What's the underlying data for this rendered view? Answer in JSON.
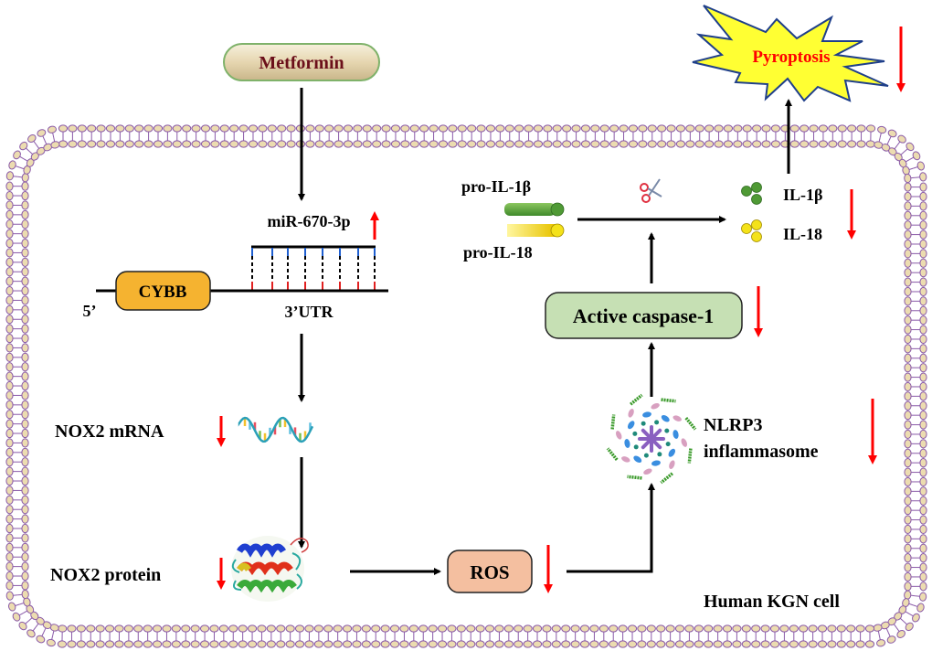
{
  "labels": {
    "metformin": "Metformin",
    "mirna": "miR-670-3p",
    "five_prime": "5’",
    "gene": "CYBB",
    "utr": "3’UTR",
    "nox2_mrna": "NOX2 mRNA",
    "nox2_protein": "NOX2 protein",
    "ros": "ROS",
    "nlrp3_line1": "NLRP3",
    "nlrp3_line2": "inflammasome",
    "caspase": "Active caspase-1",
    "pro_il1b": "pro-IL-1β",
    "pro_il18": "pro-IL-18",
    "il1b": "IL-1β",
    "il18": "IL-18",
    "pyroptosis": "Pyroptosis",
    "cell": "Human KGN cell"
  },
  "regulation": {
    "mirna": "up",
    "nox2_mrna": "down",
    "nox2_protein": "down",
    "ros": "down",
    "nlrp3": "down",
    "caspase": "down",
    "il1b_il18": "down",
    "pyroptosis": "down"
  },
  "colors": {
    "regulation_arrow": "#ff0000",
    "metformin_text": "#6b0f1a",
    "metformin_border": "#7fb26a",
    "gene_box": "#f5b330",
    "ros_box": "#f4bfa0",
    "caspase_box": "#c6e0b4",
    "pyroptosis_burst": "#ffff33",
    "pyroptosis_text": "#ff0000",
    "membrane_head": "#ecdcb0",
    "membrane_stroke": "#8a5aa8"
  }
}
